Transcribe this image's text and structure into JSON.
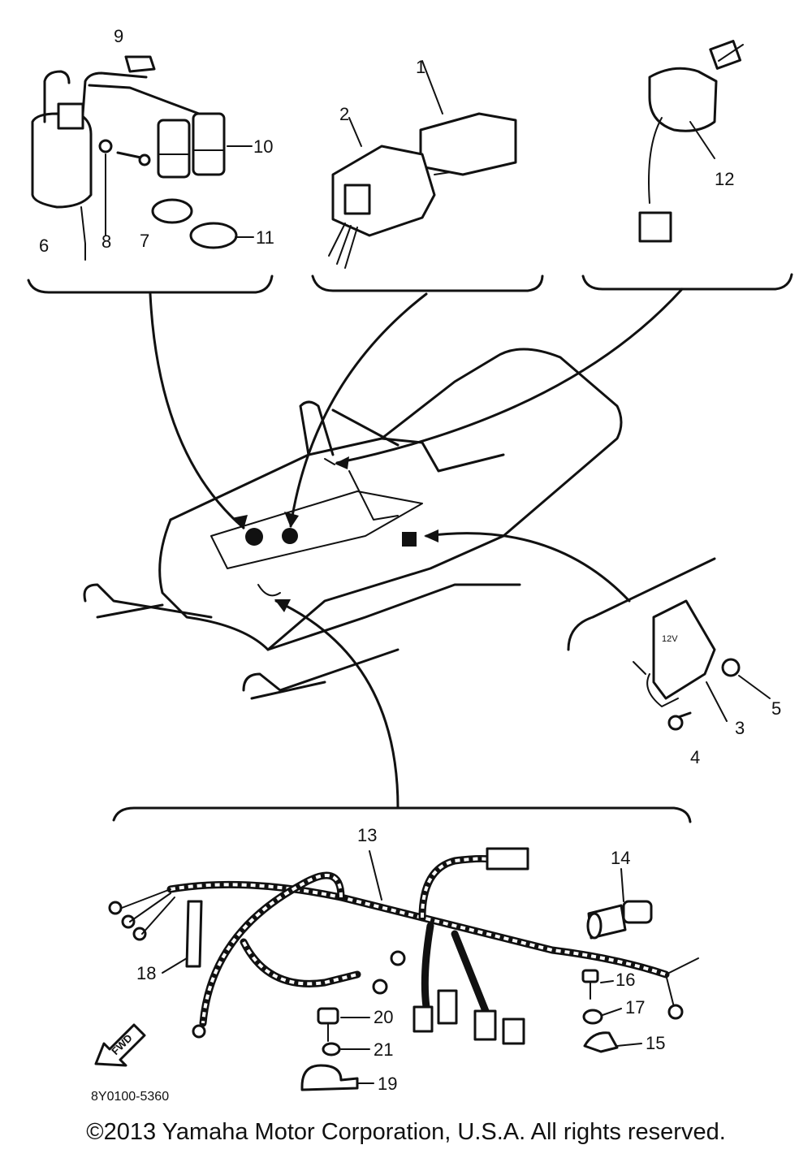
{
  "callouts": {
    "p1": "1",
    "p2": "2",
    "p3": "3",
    "p4": "4",
    "p5": "5",
    "p6": "6",
    "p7": "7",
    "p8": "8",
    "p9": "9",
    "p10": "10",
    "p11": "11",
    "p12": "12",
    "p13": "13",
    "p14": "14",
    "p15": "15",
    "p16": "16",
    "p17": "17",
    "p18": "18",
    "p19": "19",
    "p20": "20",
    "p21": "21"
  },
  "diagram_code": "8Y0100-5360",
  "fwd_label": "FWD",
  "rectifier_label": "12V",
  "copyright": "©2013 Yamaha Motor Corporation, U.S.A. All rights reserved."
}
